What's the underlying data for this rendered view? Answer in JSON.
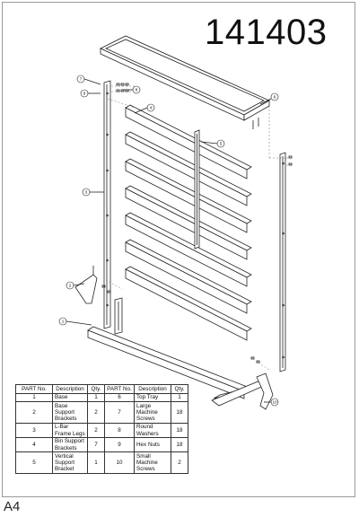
{
  "model_number": "141403",
  "page_label": "A4",
  "table": {
    "headers": [
      "PART No.",
      "Description",
      "Qty.",
      "PART No.",
      "Description",
      "Qty."
    ],
    "rows": [
      {
        "no1": "1",
        "desc1": "Base",
        "qty1": "1",
        "no2": "6",
        "desc2": "Top Tray",
        "qty2": "1"
      },
      {
        "no1": "2",
        "desc1": "Base Support Brackets",
        "qty1": "2",
        "no2": "7",
        "desc2": "Large Machine Screws",
        "qty2": "18"
      },
      {
        "no1": "3",
        "desc1": "L-Bar Frame Legs",
        "qty1": "2",
        "no2": "8",
        "desc2": "Round Washers",
        "qty2": "18"
      },
      {
        "no1": "4",
        "desc1": "Bin Support Brackets",
        "qty1": "7",
        "no2": "9",
        "desc2": "Hex Nuts",
        "qty2": "18"
      },
      {
        "no1": "5",
        "desc1": "Vertical Support Bracket",
        "qty1": "1",
        "no2": "10",
        "desc2": "Small Machine Screws",
        "qty2": "2"
      }
    ]
  },
  "callouts": [
    "7",
    "9",
    "8",
    "4",
    "6",
    "5",
    "3",
    "2",
    "1",
    "10"
  ]
}
